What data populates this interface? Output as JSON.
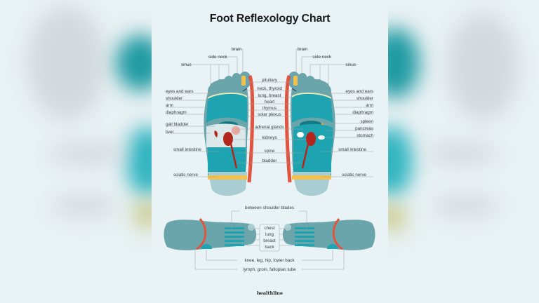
{
  "title": "Foot Reflexology Chart",
  "brand": "healthline",
  "colors": {
    "background": "#e8f1f3",
    "foot_base": "#6aa5ac",
    "teal": "#1ea3b0",
    "dark_teal": "#117a82",
    "light_teal": "#a9cdd2",
    "red": "#e0553f",
    "dark_red": "#b3261e",
    "yellow": "#f2c14e",
    "line": "#9aa3a8",
    "text": "#3a3f44"
  },
  "sole_view": {
    "left_labels": {
      "brain": "brain",
      "side_neck": "side neck",
      "sinus": "sinus",
      "eyes_and_ears": "eyes and ears",
      "shoulder": "shoulder",
      "arm": "arm",
      "diaphragm": "diaphragm",
      "gall_bladder": "gall bladder",
      "liver": "liver",
      "small_intestine": "small intestine",
      "sciatic_nerve": "sciatic nerve"
    },
    "center_labels": {
      "pituitary": "pituitary",
      "neck_thyroid": "neck, thyroid",
      "lung_breast": "lung, breast",
      "heart": "heart",
      "thymus": "thymus",
      "solar_plexus": "solar plexus",
      "adrenal_glands": "adrenal glands",
      "kidneys": "kidneys",
      "spine": "spine",
      "bladder": "bladder"
    },
    "right_labels": {
      "brain": "brain",
      "side_neck": "side neck",
      "sinus": "sinus",
      "eyes_and_ears": "eyes and ears",
      "shoulder": "shoulder",
      "arm": "arm",
      "diaphragm": "diaphragm",
      "spleen": "spleen",
      "pancreas": "pancreas",
      "stomach": "stomach",
      "small_intestine": "small intestine",
      "sciatic_nerve": "sciatic nerve"
    }
  },
  "top_view": {
    "between_shoulder_blades": "between shoulder blades",
    "center_labels": {
      "chest": "chest",
      "lung": "lung",
      "breast": "breast",
      "back": "back"
    },
    "knee_leg_hip_lower_back": "knee, leg, hip, lower back",
    "lymph_groin_fallopian_tube": "lymph, groin, fallopian tube"
  }
}
